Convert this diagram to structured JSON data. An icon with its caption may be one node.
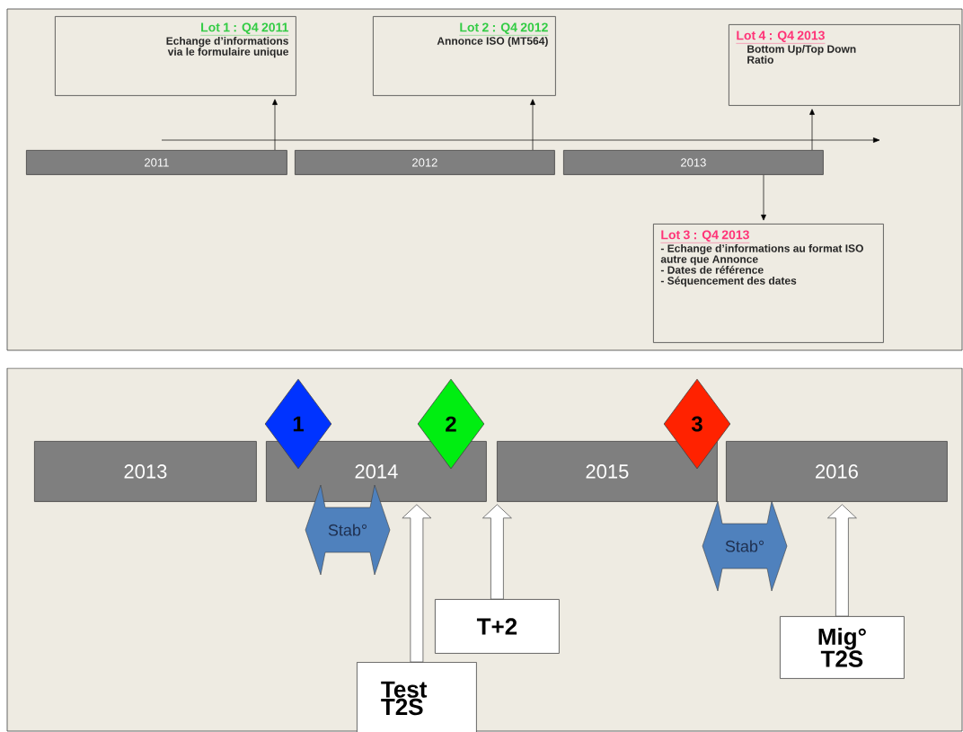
{
  "diagram": {
    "nodes": [
      {
        "text": [
          "2011"
        ]
      },
      {
        "text": [
          "2012"
        ]
      },
      {
        "text": [
          "2013"
        ]
      },
      {
        "text": [
          "Lot 1 : Q4 2011",
          "Echange d’informations via le formulaire unique"
        ]
      },
      {
        "text": [
          "Lot 2 : Q4 2012",
          "Annonce ISO (MT564)"
        ]
      },
      {
        "text": [
          "Lot 4 : Q4 2013",
          "Bottom Up/Top Down",
          "Ratio"
        ]
      },
      {
        "text": [
          "Lot 3 : Q4 2013",
          "- Echange d’informations au format ISO autre que Annonce",
          "- Dates de référence",
          "- Séquencement des dates"
        ]
      },
      {
        "text": [
          "2013"
        ]
      },
      {
        "text": [
          "2014"
        ]
      },
      {
        "text": [
          "2015"
        ]
      },
      {
        "text": [
          "2016"
        ]
      },
      {
        "text": [
          "1"
        ]
      },
      {
        "text": [
          "2"
        ]
      },
      {
        "text": [
          "3"
        ]
      },
      {
        "text": [
          "Stab°"
        ]
      },
      {
        "text": [
          "Stab°"
        ]
      },
      {
        "text": [
          "Test T2S"
        ]
      },
      {
        "text": [
          "T+2"
        ]
      },
      {
        "text": [
          "Mig° T2S"
        ]
      }
    ],
    "edges": [
      {
        "from": 0,
        "to": 3,
        "arrow": "to"
      },
      {
        "from": 1,
        "to": 4,
        "arrow": "to"
      },
      {
        "from": 2,
        "to": 5,
        "arrow": "to"
      },
      {
        "from": 2,
        "to": 6,
        "arrow": "to"
      },
      {
        "from": 16,
        "to": 8,
        "arrow": "to"
      },
      {
        "from": 17,
        "to": 9,
        "arrow": "to"
      },
      {
        "from": 18,
        "to": 10,
        "arrow": "to"
      }
    ]
  }
}
